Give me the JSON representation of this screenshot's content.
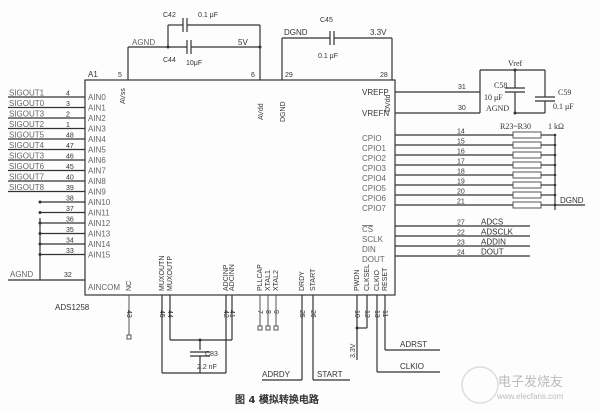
{
  "chip": {
    "designator": "A1",
    "part": "ADS1258",
    "top_pins": [
      {
        "num": "5",
        "name": "AVss"
      },
      {
        "num": "6",
        "name": "AVdd"
      },
      {
        "num": "29",
        "name": "DGND"
      },
      {
        "num": "28",
        "name": "DVdd"
      }
    ],
    "left_pins": [
      {
        "num": "4",
        "name": "AIN0",
        "net": "SIGOUT1"
      },
      {
        "num": "3",
        "name": "AIN1",
        "net": "SIGOUT0"
      },
      {
        "num": "2",
        "name": "AIN2",
        "net": "SIGOUT3"
      },
      {
        "num": "1",
        "name": "AIN3",
        "net": "SIGOUT2"
      },
      {
        "num": "48",
        "name": "AIN4",
        "net": "SIGOUT5"
      },
      {
        "num": "47",
        "name": "AIN5",
        "net": "SIGOUT4"
      },
      {
        "num": "46",
        "name": "AIN6",
        "net": "SIGOUT3"
      },
      {
        "num": "45",
        "name": "AIN7",
        "net": "SIGOUT6"
      },
      {
        "num": "40",
        "name": "AIN8",
        "net": "SIGOUT7"
      },
      {
        "num": "39",
        "name": "AIN9",
        "net": "SIGOUT8"
      },
      {
        "num": "38",
        "name": "AIN10",
        "net": ""
      },
      {
        "num": "37",
        "name": "AIN11",
        "net": ""
      },
      {
        "num": "36",
        "name": "AIN12",
        "net": ""
      },
      {
        "num": "35",
        "name": "AIN13",
        "net": ""
      },
      {
        "num": "34",
        "name": "AIN14",
        "net": ""
      },
      {
        "num": "33",
        "name": "AIN15",
        "net": ""
      },
      {
        "num": "32",
        "name": "AINCOM",
        "net": "AGND"
      }
    ],
    "right_pins": [
      {
        "num": "31",
        "name": "VREFP"
      },
      {
        "num": "30",
        "name": "VREFN"
      },
      {
        "num": "14",
        "name": "CPIO"
      },
      {
        "num": "15",
        "name": "CPIO1"
      },
      {
        "num": "16",
        "name": "CPIO2"
      },
      {
        "num": "17",
        "name": "CPIO3"
      },
      {
        "num": "18",
        "name": "CPIO4"
      },
      {
        "num": "19",
        "name": "CPIO5"
      },
      {
        "num": "20",
        "name": "CPIO6"
      },
      {
        "num": "21",
        "name": "CPIO7"
      },
      {
        "num": "27",
        "name": "CS"
      },
      {
        "num": "22",
        "name": "SCLK"
      },
      {
        "num": "23",
        "name": "DIN"
      },
      {
        "num": "24",
        "name": "DOUT"
      }
    ],
    "bottom_pins": [
      {
        "num": "43",
        "name": "NC"
      },
      {
        "num": "45",
        "name": "MUXOUTN"
      },
      {
        "num": "44",
        "name": "MUXOUTP"
      },
      {
        "num": "42",
        "name": "ADCINP"
      },
      {
        "num": "41",
        "name": "ADCINN"
      },
      {
        "num": "7",
        "name": "PLLCAP"
      },
      {
        "num": "8",
        "name": "XTAL1"
      },
      {
        "num": "9",
        "name": "XTAL2"
      },
      {
        "num": "25",
        "name": "DRDY"
      },
      {
        "num": "26",
        "name": "START"
      },
      {
        "num": "10",
        "name": "PWDN"
      },
      {
        "num": "12",
        "name": "CLKSEL"
      },
      {
        "num": "13",
        "name": "CLKIO"
      },
      {
        "num": "11",
        "name": "RESET"
      }
    ]
  },
  "components": {
    "c42": {
      "ref": "C42",
      "value": "0.1 μF"
    },
    "c44": {
      "ref": "C44",
      "value": "10μF"
    },
    "c45": {
      "ref": "C45",
      "value": "0.1 μF"
    },
    "c58": {
      "ref": "C58",
      "value": "10 μF"
    },
    "c59": {
      "ref": "C59",
      "value": "0.1 μF"
    },
    "c83": {
      "ref": "C83",
      "value": "2.2 nF"
    },
    "resistors": {
      "ref": "R23~R30",
      "value": "1 kΩ"
    }
  },
  "nets": {
    "agnd_top": "AGND",
    "v5": "5V",
    "dgnd_top": "DGND",
    "v33": "3.3V",
    "vref": "Vref",
    "agnd_ref": "AGND",
    "dgnd_right": "DGND",
    "adcs": "ADCS",
    "adsclk": "ADSCLK",
    "addin": "ADDIN",
    "dout": "DOUT",
    "agnd_left": "AGND",
    "adrdy": "ADRDY",
    "start": "START",
    "v33_bottom": "3.3V",
    "adrst": "ADRST",
    "clkio": "CLKIO"
  },
  "caption": "图 4  模拟转换电路",
  "watermark": {
    "name": "电子发烧友",
    "url": "www.elecfans.com"
  }
}
